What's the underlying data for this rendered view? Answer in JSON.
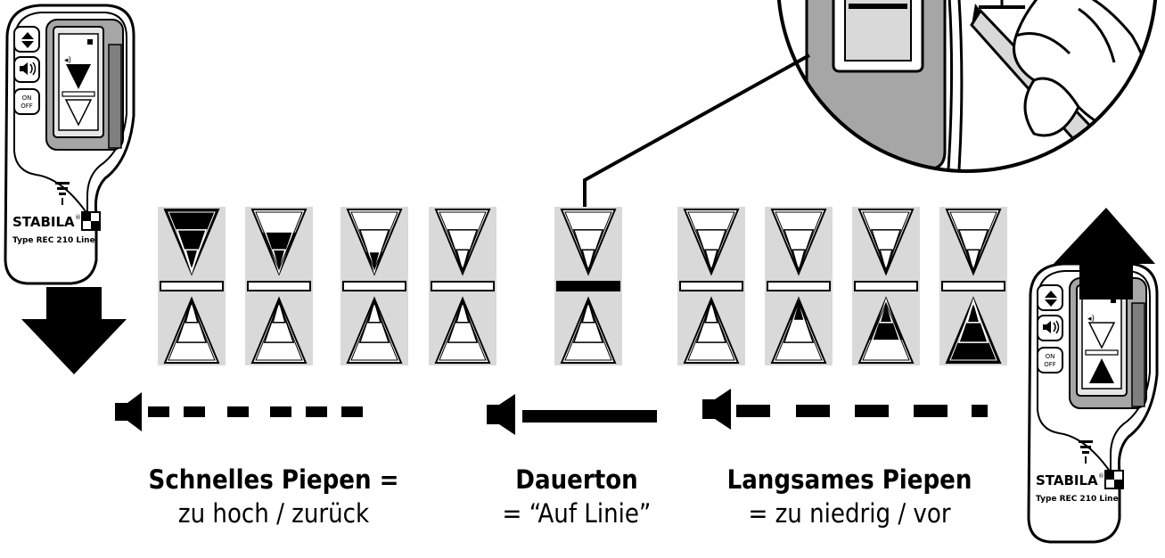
{
  "device": {
    "brand": "STABILA",
    "trademark": "®",
    "model": "Type REC 210 Line",
    "button_on": "ON",
    "button_off": "OFF"
  },
  "indicators": [
    {
      "direction": "down",
      "level": 3
    },
    {
      "direction": "down",
      "level": 2
    },
    {
      "direction": "down",
      "level": 1
    },
    {
      "direction": "down",
      "level": 0
    },
    {
      "direction": "center",
      "level": 0
    },
    {
      "direction": "up",
      "level": 0
    },
    {
      "direction": "up",
      "level": 1
    },
    {
      "direction": "up",
      "level": 2
    },
    {
      "direction": "up",
      "level": 3
    }
  ],
  "signals": {
    "fast": {
      "line1": "Schnelles Piepen =",
      "line2": "zu hoch / zurück"
    },
    "continuous": {
      "line1": "Dauerton",
      "line2": "= “Auf Linie”"
    },
    "slow": {
      "line1": "Langsames Piepen",
      "line2": "=  zu niedrig / vor"
    }
  },
  "colors": {
    "segment_fill": "#d9d9d9",
    "device_body": "#ffffff",
    "device_panel": "#a6a6a6",
    "ink": "#000000"
  }
}
